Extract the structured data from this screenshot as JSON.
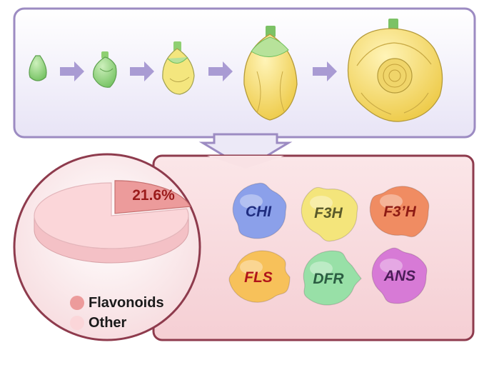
{
  "colors": {
    "top_panel_bg": "#ece9f7",
    "panel_border": "#9c8bc2",
    "bottom_panel_bg": "#f7d8dc",
    "bottom_border": "#8e3b4d",
    "arrow": "#a99bd3",
    "bud_green": "#9fd88a",
    "flower_yellow": "#f8de6f",
    "flavonoids_color": "#ec9b9b",
    "other_color": "#fbd6d9"
  },
  "stages": [
    {
      "icon": "tiny-green-bud-icon"
    },
    {
      "icon": "small-bud-icon"
    },
    {
      "icon": "swelling-bud-icon"
    },
    {
      "icon": "large-yellow-bud-icon"
    },
    {
      "icon": "open-yellow-flower-icon"
    }
  ],
  "pie": {
    "slices": [
      {
        "name": "Flavonoids",
        "percent": 21.6,
        "label": "21.6%"
      },
      {
        "name": "Other",
        "percent": 78.4
      }
    ]
  },
  "legend": {
    "items": [
      {
        "label": "Flavonoids",
        "color": "#ec9b9b"
      },
      {
        "label": "Other",
        "color": "#fbd6d9"
      }
    ]
  },
  "enzymes": [
    {
      "label": "CHI",
      "fill": "#8ba0ea",
      "text_color": "#1f2d80"
    },
    {
      "label": "F3H",
      "fill": "#f4e57b",
      "text_color": "#5a5a2a"
    },
    {
      "label": "F3’H",
      "fill": "#f08c62",
      "text_color": "#8e1b14"
    },
    {
      "label": "FLS",
      "fill": "#f7c15a",
      "text_color": "#b0141a"
    },
    {
      "label": "DFR",
      "fill": "#98e0a7",
      "text_color": "#2b5d42"
    },
    {
      "label": "ANS",
      "fill": "#d77ad6",
      "text_color": "#4b1d58"
    }
  ]
}
